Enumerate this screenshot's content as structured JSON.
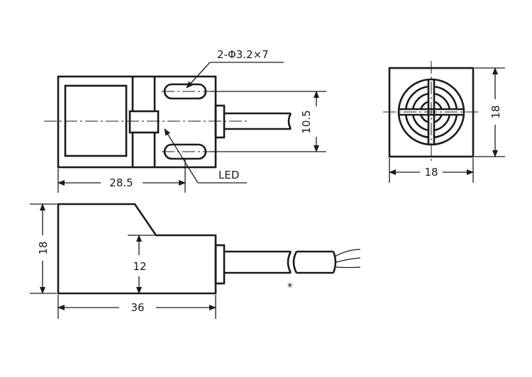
{
  "drawing": {
    "callouts": {
      "hole_spec": "2-Φ3.2×7",
      "led": "LED",
      "cable_mark": "*"
    },
    "top_view": {
      "length_dim": "28.5",
      "hole_spacing_dim": "10.5"
    },
    "end_view": {
      "height_dim": "18",
      "width_dim": "18"
    },
    "side_view": {
      "height_dim": "18",
      "step_dim": "12",
      "length_dim": "36"
    },
    "colors": {
      "line": "#1a1a1a",
      "background": "#ffffff"
    }
  }
}
